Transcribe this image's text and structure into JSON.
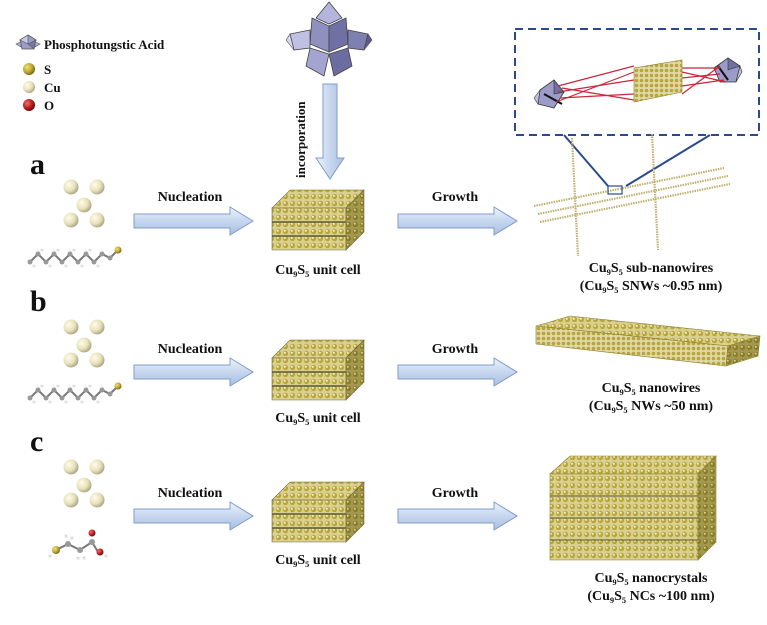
{
  "legend": [
    {
      "label": "Phosphotungstic Acid",
      "icon": "polyoxometalate-icon",
      "color": "#9c9cc8"
    },
    {
      "label": "S",
      "icon": "sulfur-atom-icon",
      "color": "#b8a630"
    },
    {
      "label": "Cu",
      "icon": "copper-atom-icon",
      "color": "#e6e0b8"
    },
    {
      "label": "O",
      "icon": "oxygen-atom-icon",
      "color": "#b81c1c"
    }
  ],
  "incorporation_label": "incorporation",
  "rows": [
    {
      "letter": "a",
      "step1": "Nucleation",
      "step2": "Growth",
      "unit_cell": "Cu₉S₅ unit cell",
      "product_line1": "Cu₉S₅ sub-nanowires",
      "product_line2": "(Cu₉S₅ SNWs ~0.95 nm)"
    },
    {
      "letter": "b",
      "step1": "Nucleation",
      "step2": "Growth",
      "unit_cell": "Cu₉S₅ unit cell",
      "product_line1": "Cu₉S₅ nanowires",
      "product_line2": "(Cu₉S₅ NWs ~50 nm)"
    },
    {
      "letter": "c",
      "step1": "Nucleation",
      "step2": "Growth",
      "unit_cell": "Cu₉S₅ unit cell",
      "product_line1": "Cu₉S₅ nanocrystals",
      "product_line2": "(Cu₉S₅ NCs ~100 nm)"
    }
  ],
  "colors": {
    "arrow_fill": "#cfdcf0",
    "arrow_stroke": "#7f9ccc",
    "sulfur": "#b8a630",
    "copper": "#e6e0b8",
    "oxygen": "#b81c1c",
    "zoom_box": "#2a4a8c",
    "link": "#c8283c"
  }
}
